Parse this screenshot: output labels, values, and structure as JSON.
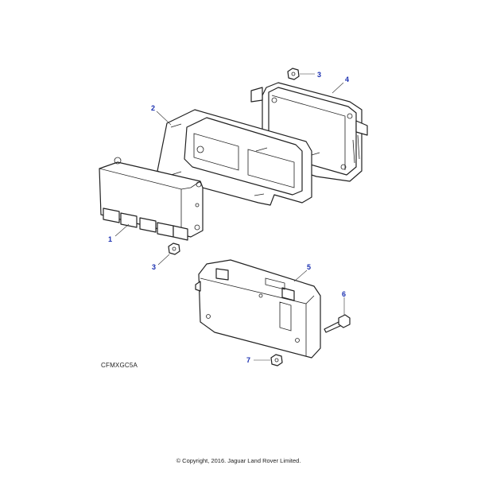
{
  "diagram": {
    "callouts": [
      {
        "id": "c1",
        "label": "1",
        "color": "#1a2fb0"
      },
      {
        "id": "c2",
        "label": "2",
        "color": "#1a2fb0"
      },
      {
        "id": "c3a",
        "label": "3",
        "color": "#1a2fb0"
      },
      {
        "id": "c3b",
        "label": "3",
        "color": "#1a2fb0"
      },
      {
        "id": "c4",
        "label": "4",
        "color": "#1a2fb0"
      },
      {
        "id": "c5",
        "label": "5",
        "color": "#1a2fb0"
      },
      {
        "id": "c6",
        "label": "6",
        "color": "#1a2fb0"
      },
      {
        "id": "c7",
        "label": "7",
        "color": "#1a2fb0"
      }
    ],
    "reference_code": "CFMXGC5A",
    "copyright": "© Copyright, 2016. Jaguar Land Rover Limited."
  }
}
